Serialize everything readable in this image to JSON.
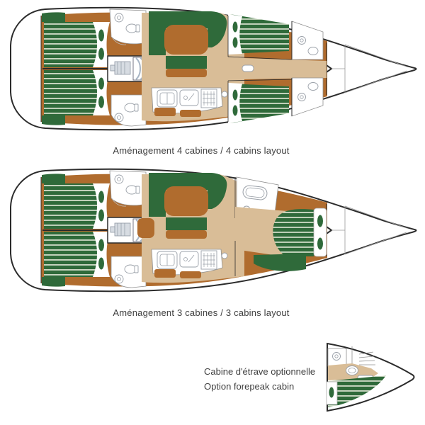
{
  "page": {
    "background": "#ffffff",
    "title": "Sailboat interior layout plans"
  },
  "captions": {
    "layout4": "Aménagement 4 cabines / 4 cabins layout",
    "layout3": "Aménagement 3 cabines / 3 cabins layout",
    "option1": "Cabine d'étrave optionnelle",
    "option2": "Option forepeak cabin"
  },
  "colors": {
    "hull-outline": "#2b2b2b",
    "wood-brown": "#b06c2e",
    "upholstery-green": "#2f6a3a",
    "floor-tan": "#d9bd97",
    "stripe-white": "#f2f4e6",
    "fixture-gray": "#9aa0a8",
    "steps-blue": "#a9b6c6",
    "text-gray": "#3e3e3e"
  },
  "icons": {
    "toilet": "toilet-icon",
    "sink": "sink-icon",
    "bathtub": "bathtub-icon",
    "engine": "engine-icon",
    "stove": "stove-icon",
    "galley_sink": "galley-sink-icon",
    "companionway_steps": "companionway-steps-icon",
    "deck_hatch": "deck-hatch-icon",
    "shelves": "shelves-icon"
  },
  "plans": [
    {
      "id": "plan-4-cabins",
      "label": "4 cabins layout"
    },
    {
      "id": "plan-3-cabins",
      "label": "3 cabins layout"
    },
    {
      "id": "plan-forepeak-option",
      "label": "Option forepeak cabin"
    }
  ]
}
